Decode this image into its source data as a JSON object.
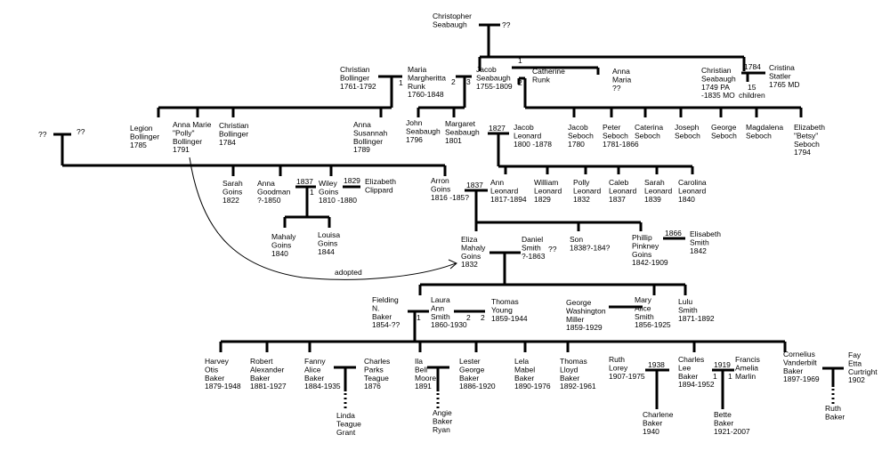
{
  "people": {
    "christopher_seabaugh": [
      "Christopher",
      "Seabaugh"
    ],
    "christopher_spouse": [
      "??"
    ],
    "christian_bollinger": [
      "Christian",
      "Bollinger",
      "1761-1792"
    ],
    "maria_margheritta_runk": [
      "Maria",
      "Margheritta",
      "Runk",
      "1760-1848"
    ],
    "jacob_seabaugh": [
      "Jacob",
      "Seabaugh",
      "1755-1809"
    ],
    "catherine_runk": [
      "Catherine",
      "Runk"
    ],
    "anna_maria": [
      "Anna",
      "Maria",
      "??"
    ],
    "christian_seabaugh": [
      "Christian",
      "Seabaugh",
      "1749 PA",
      "-1835 MO"
    ],
    "cristina_statler": [
      "Cristina",
      "Statler",
      "1765 MD"
    ],
    "left_father": [
      "??"
    ],
    "left_mother": [
      "??"
    ],
    "legion_bollinger": [
      "Legion",
      "Bollinger",
      "1785"
    ],
    "anna_marie_polly_bollinger": [
      "Anna Marie",
      "\"Polly\"",
      "Bollinger",
      "1791"
    ],
    "christian_bollinger_jr": [
      "Christian",
      "Bollinger",
      "1784"
    ],
    "anna_susannah_bollinger": [
      "Anna",
      "Susannah",
      "Bollinger",
      "1789"
    ],
    "john_seabaugh": [
      "John",
      "Seabaugh",
      "1796"
    ],
    "margaret_seabaugh": [
      "Margaret",
      "Seabaugh",
      "1801"
    ],
    "jacob_leonard": [
      "Jacob",
      "Leonard",
      "1800 -1878"
    ],
    "jacob_seboch": [
      "Jacob",
      "Seboch",
      "1780"
    ],
    "peter_seboch": [
      "Peter",
      "Seboch",
      "1781-1866"
    ],
    "caterina_seboch": [
      "Caterina",
      "Seboch"
    ],
    "joseph_seboch": [
      "Joseph",
      "Seboch"
    ],
    "george_seboch": [
      "George",
      "Seboch"
    ],
    "magdalena_seboch": [
      "Magdalena",
      "Seboch"
    ],
    "elizabeth_betsy_seboch": [
      "Elizabeth",
      "\"Betsy\"",
      "Seboch",
      "1794"
    ],
    "sarah_goins": [
      "Sarah",
      "Goins",
      "1822"
    ],
    "anna_goodman": [
      "Anna",
      "Goodman",
      "?-1850"
    ],
    "wiley_goins": [
      "Wiley",
      "Goins",
      "1810 -1880"
    ],
    "elizabeth_clippard": [
      "Elizabeth",
      "Clippard"
    ],
    "arron_goins": [
      "Arron",
      "Goins",
      "1816 -185?"
    ],
    "ann_leonard": [
      "Ann",
      "Leonard",
      "1817-1894"
    ],
    "william_leonard": [
      "William",
      "Leonard",
      "1829"
    ],
    "polly_leonard": [
      "Polly",
      "Leonard",
      "1832"
    ],
    "caleb_leonard": [
      "Caleb",
      "Leonard",
      "1837"
    ],
    "sarah_leonard": [
      "Sarah",
      "Leonard",
      "1839"
    ],
    "carolina_leonard": [
      "Carolina",
      "Leonard",
      "1840"
    ],
    "mahaly_goins": [
      "Mahaly",
      "Goins",
      "1840"
    ],
    "louisa_goins": [
      "Louisa",
      "Goins",
      "1844"
    ],
    "eliza_mahaly_goins": [
      "Eliza",
      "Mahaly",
      "Goins",
      "1832"
    ],
    "daniel_smith": [
      "Daniel",
      "Smith",
      "?-1863"
    ],
    "daniel_spouse": [
      "??"
    ],
    "son": [
      "Son",
      "1838?-184?"
    ],
    "phillip_pinkney_goins": [
      "Phillip",
      "Pinkney",
      "Goins",
      "1842-1909"
    ],
    "elisabeth_smith": [
      "Elisabeth",
      "Smith",
      "1842"
    ],
    "fielding_baker": [
      "Fielding",
      "N.",
      "Baker",
      "1854-??"
    ],
    "laura_ann_smith": [
      "Laura",
      "Ann",
      "Smith",
      "1860-1930"
    ],
    "thomas_young": [
      "Thomas",
      "Young",
      "1859-1944"
    ],
    "george_washington_miller": [
      "George",
      "Washington",
      "Miller",
      "1859-1929"
    ],
    "mary_alice_smith": [
      "Mary",
      "Alice",
      "Smith",
      "1856-1925"
    ],
    "lulu_smith": [
      "Lulu",
      "Smith",
      "1871-1892"
    ],
    "harvey_baker": [
      "Harvey",
      "Otis",
      "Baker",
      "1879-1948"
    ],
    "robert_baker": [
      "Robert",
      "Alexander",
      "Baker",
      "1881-1927"
    ],
    "fanny_baker": [
      "Fanny",
      "Alice",
      "Baker",
      "1884-1935"
    ],
    "charles_teague": [
      "Charles",
      "Parks",
      "Teague",
      "1876"
    ],
    "ila_moore": [
      "Ila",
      "Bell",
      "Moore",
      "1891"
    ],
    "lester_baker": [
      "Lester",
      "George",
      "Baker",
      "1886-1920"
    ],
    "lela_baker": [
      "Lela",
      "Mabel",
      "Baker",
      "1890-1976"
    ],
    "thomas_lloyd_baker": [
      "Thomas",
      "Lloyd",
      "Baker",
      "1892-1961"
    ],
    "ruth_lorey": [
      "Ruth",
      "Lorey",
      "1907-1975"
    ],
    "charles_lee_baker": [
      "Charles",
      "Lee",
      "Baker",
      "1894-1952"
    ],
    "francis_marlin": [
      "Francis",
      "Amelia",
      "Marlin"
    ],
    "cornelius_baker": [
      "Cornelius",
      "Vanderbilt",
      "Baker",
      "1897-1969"
    ],
    "fay_curtright": [
      "Fay",
      "Etta",
      "Curtright",
      "1902"
    ],
    "linda_grant": [
      "Linda",
      "Teague",
      "Grant"
    ],
    "angie_ryan": [
      "Angie",
      "Baker",
      "Ryan"
    ],
    "charlene_baker": [
      "Charlene",
      "Baker",
      "1940"
    ],
    "bette_baker": [
      "Bette",
      "Baker",
      "1921-2007"
    ],
    "ruth_baker": [
      "Ruth",
      "Baker"
    ]
  },
  "annotations": {
    "m_christopher_1": "1",
    "m_jacob_2": "2",
    "m_bollinger_1": "1",
    "m_maria_2": "2",
    "m_jacob_3": "3",
    "m_statler_year": "1784",
    "m_statler_children": "15",
    "m_statler_children_label": "children",
    "m_leonard_year": "1827",
    "m_wiley_year": "1837",
    "m_wiley_1": "1",
    "m_clippard_year": "1829",
    "m_arron_year": "1837",
    "m_phillip_year": "1866",
    "adopted": "adopted",
    "m_fielding_1": "1",
    "m_laura_2": "2",
    "m_young_2": "2",
    "m_ruth_year": "1938",
    "m_marlin_year": "1919",
    "m_charles_1a": "1",
    "m_charles_1b": "1"
  }
}
